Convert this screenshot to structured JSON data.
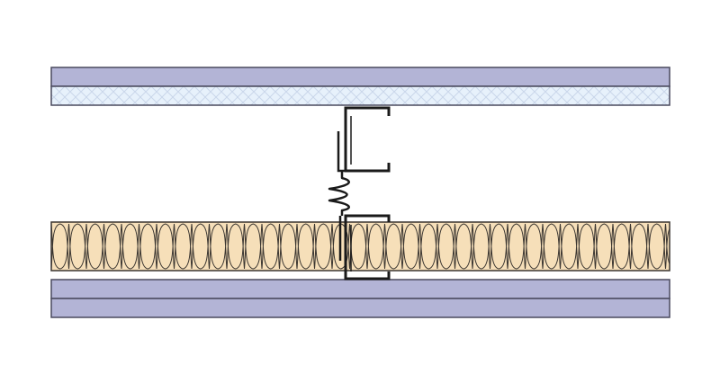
{
  "diagram": {
    "type": "wall-section-detail",
    "layers": [
      {
        "name": "board-layer-top-outer",
        "material": "plasterboard"
      },
      {
        "name": "board-layer-top-inner",
        "material": "reinforced-board"
      },
      {
        "name": "air-cavity",
        "material": "air"
      },
      {
        "name": "insulation-layer",
        "material": "mineral-wool"
      },
      {
        "name": "board-layer-bottom-inner",
        "material": "plasterboard"
      },
      {
        "name": "board-layer-bottom-outer",
        "material": "plasterboard"
      }
    ],
    "components": [
      "upper-c-stud",
      "lower-c-stud",
      "resilient-connector"
    ],
    "colors": {
      "board": "#b3b4d6",
      "board_stroke": "#4a4a5e",
      "mesh_bg": "#e7f1fb",
      "mesh_line": "#c9d6ea",
      "insulation": "#f6dfb9",
      "insulation_line": "#3a3530",
      "steel": "#1a1a1a"
    }
  }
}
